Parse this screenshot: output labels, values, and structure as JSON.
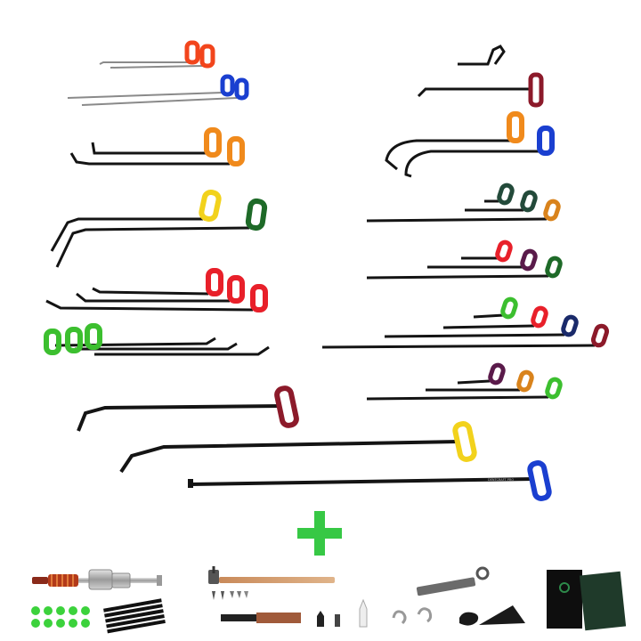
{
  "colors": {
    "background": "#ffffff",
    "rod": "#141414",
    "steel": "#8a8a8a",
    "plus": "#37c845",
    "orange": "#f08a1c",
    "red_orange": "#f2451c",
    "blue": "#1a3fd0",
    "yellow": "#f2d21c",
    "dark_green": "#1e6a28",
    "red": "#e8202a",
    "green": "#3cbf2f",
    "maroon": "#8c1a2a",
    "brown_orange": "#d9831c",
    "purple": "#5a1a4a",
    "navy": "#1a2a6a",
    "dark_teal": "#234a3a",
    "black": "#1a1a1a"
  },
  "product": {
    "name": "paintless-dent-repair-rod-kit",
    "accessories": [
      "slide-hammer",
      "glue-tabs",
      "glue-sticks",
      "tap-down-hammer",
      "tap-down-tips",
      "window-guard",
      "s-hooks",
      "air-wedge",
      "carry-bag",
      "case"
    ]
  },
  "rod_label": "DENTCRAFT PRO"
}
